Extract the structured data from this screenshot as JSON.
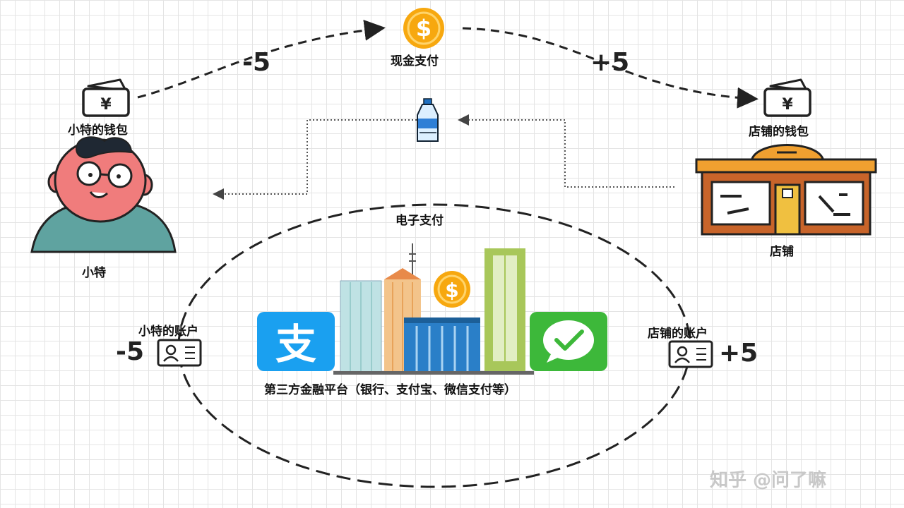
{
  "cash": {
    "title": "现金支付",
    "minus": "-5",
    "plus": "+5"
  },
  "person": {
    "wallet_label": "小特的钱包",
    "name": "小特",
    "account_label": "小特的账户",
    "account_change": "-5"
  },
  "shop": {
    "wallet_label": "店铺的钱包",
    "name": "店铺",
    "account_label": "店铺的账户",
    "account_change": "+5"
  },
  "electronic": {
    "title": "电子支付",
    "platform_label": "第三方金融平台（银行、支付宝、微信支付等）"
  },
  "wallet_symbol": "¥",
  "coin_symbol": "$",
  "alipay_char": "支",
  "watermark": "知乎 @问了嘛",
  "colors": {
    "coin": "#f7a80f",
    "alipay": "#1aa0f0",
    "wechat": "#3db83a",
    "shop_roof": "#f0a030",
    "shop_body": "#c8642a"
  }
}
